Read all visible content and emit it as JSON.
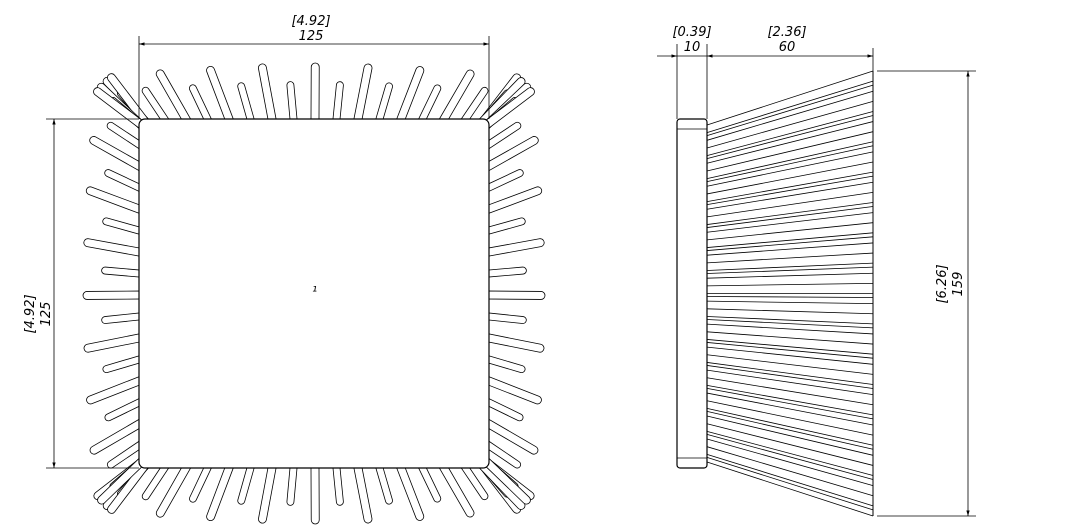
{
  "front_view": {
    "width_dim": {
      "inch": "[4.92]",
      "mm": "125"
    },
    "height_dim": {
      "inch": "[4.92]",
      "mm": "125"
    },
    "center_mark": "¹"
  },
  "side_view": {
    "base_dim": {
      "inch": "[0.39]",
      "mm": "10"
    },
    "fin_dim": {
      "inch": "[2.36]",
      "mm": "60"
    },
    "height_dim": {
      "inch": "[6.26]",
      "mm": "159"
    }
  }
}
